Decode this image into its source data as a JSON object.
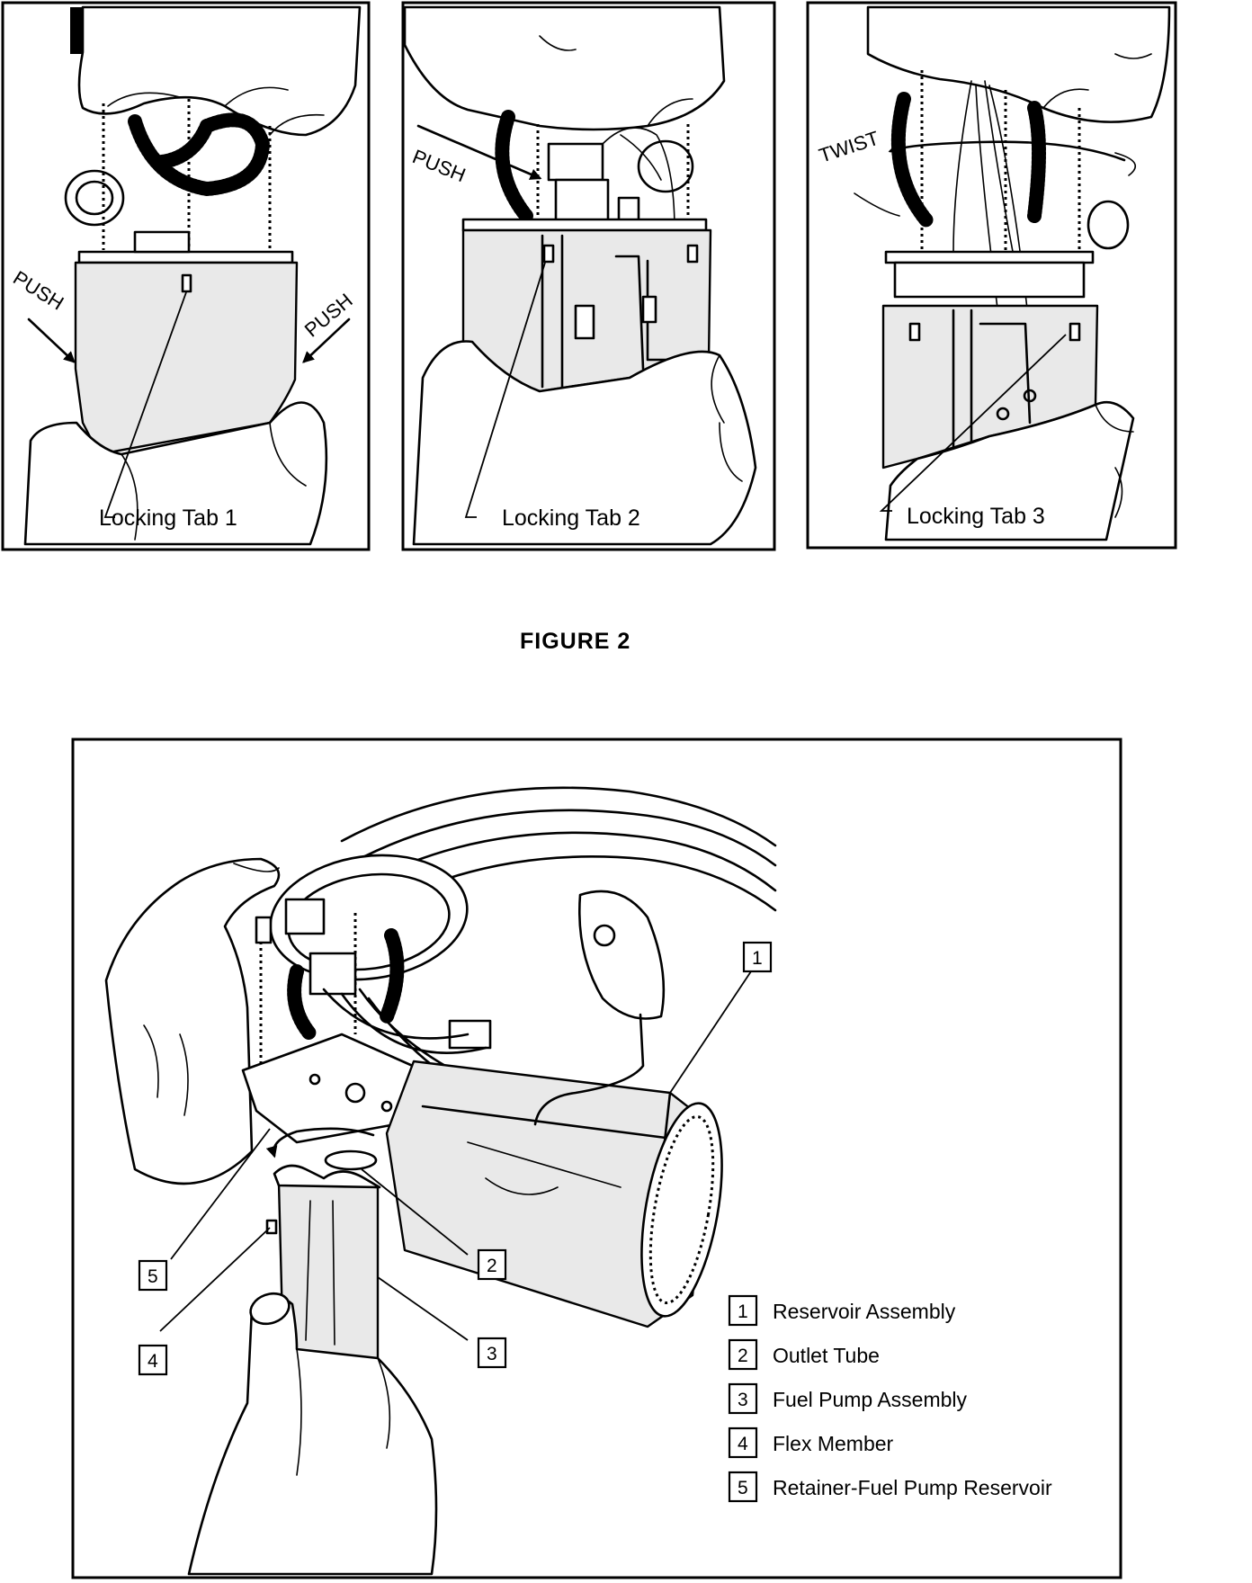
{
  "figure": {
    "title": "FIGURE 2"
  },
  "panels": [
    {
      "label": "Locking Tab 1",
      "actions": [
        "PUSH",
        "PUSH"
      ]
    },
    {
      "label": "Locking Tab 2",
      "actions": [
        "PUSH"
      ]
    },
    {
      "label": "Locking Tab 3",
      "actions": [
        "TWIST"
      ]
    }
  ],
  "callouts": [
    {
      "number": "1",
      "text": "Reservoir Assembly"
    },
    {
      "number": "2",
      "text": "Outlet Tube"
    },
    {
      "number": "3",
      "text": "Fuel Pump Assembly"
    },
    {
      "number": "4",
      "text": "Flex Member"
    },
    {
      "number": "5",
      "text": "Retainer-Fuel Pump Reservoir"
    }
  ]
}
